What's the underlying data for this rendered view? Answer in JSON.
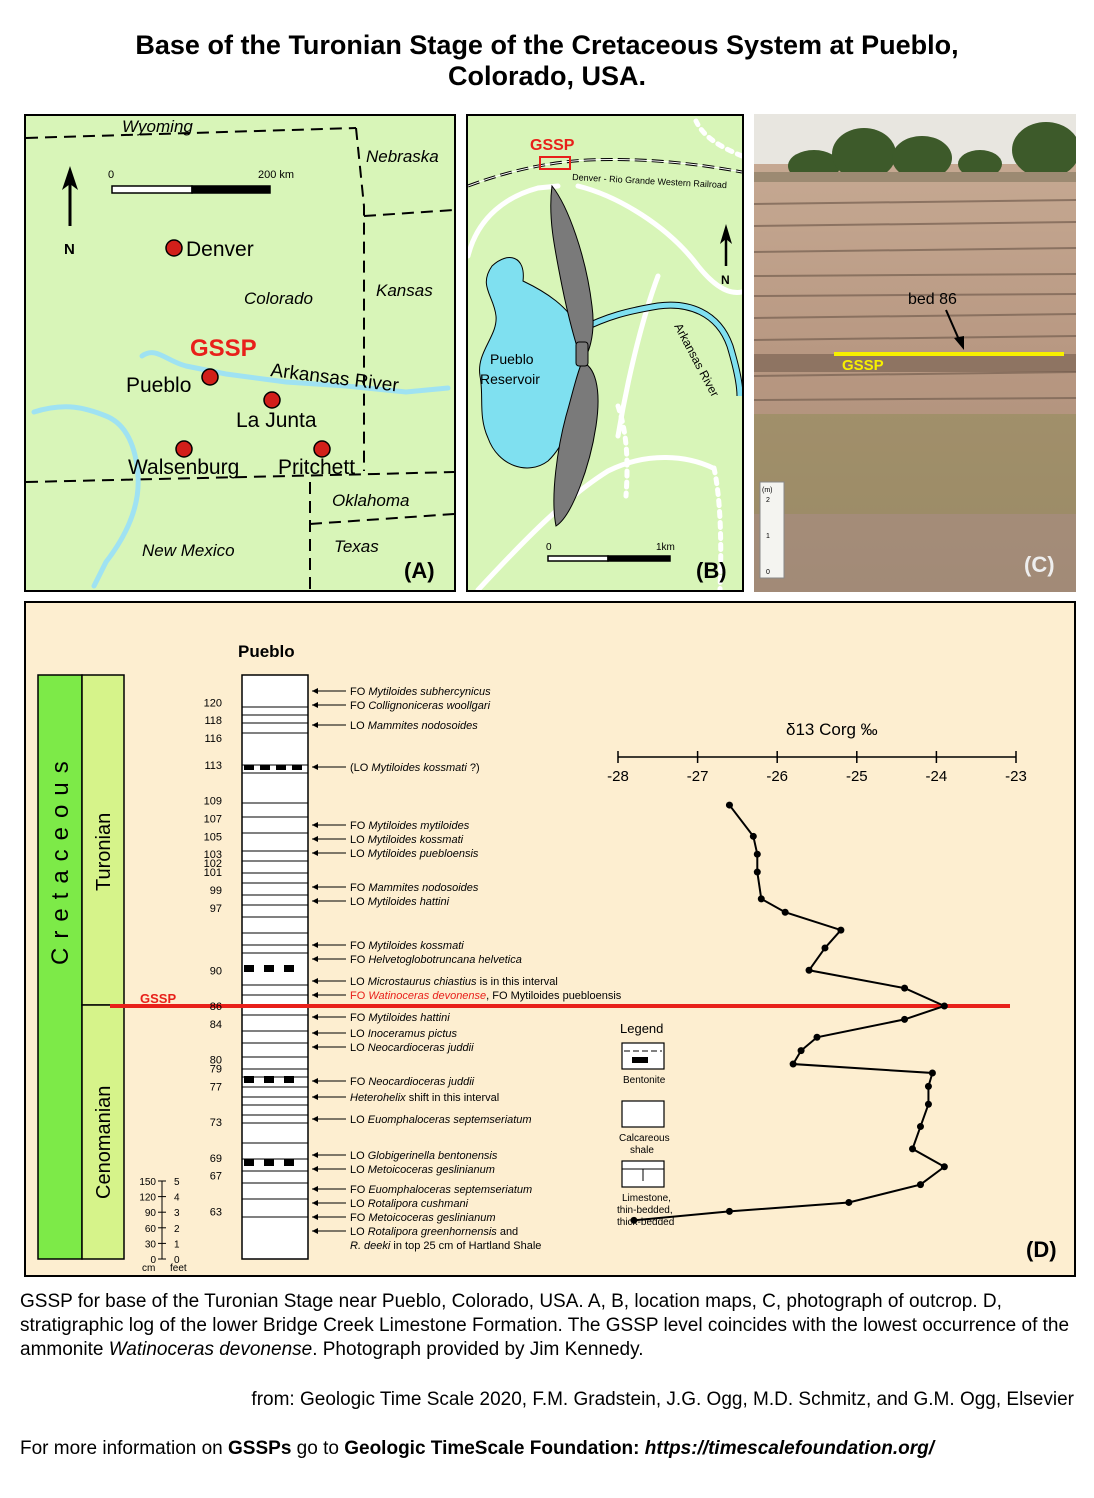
{
  "title_line1": "Base of the Turonian Stage of the Cretaceous System at Pueblo,",
  "title_line2": "Colorado, USA.",
  "panel_a": {
    "label": "(A)",
    "states": [
      "Wyoming",
      "Nebraska",
      "Kansas",
      "Colorado",
      "Oklahoma",
      "Texas",
      "New Mexico"
    ],
    "cities": [
      "Denver",
      "Pueblo",
      "La Junta",
      "Walsenburg",
      "Pritchett"
    ],
    "gssp_label": "GSSP",
    "river_label": "Arkansas River",
    "scale_zero": "0",
    "scale_end": "200 km",
    "north": "N"
  },
  "panel_b": {
    "label": "(B)",
    "gssp_label": "GSSP",
    "railroad_label": "Denver - Rio Grande Western Railroad",
    "reservoir_line1": "Pueblo",
    "reservoir_line2": "Reservoir",
    "river_label": "Arkansas River",
    "scale_zero": "0",
    "scale_end": "1km",
    "north": "N"
  },
  "panel_c": {
    "label": "(C)",
    "bed_label": "bed 86",
    "gssp_label": "GSSP",
    "scale_unit": "(m)",
    "scale_ticks": [
      "2",
      "1",
      "0"
    ]
  },
  "panel_d": {
    "label": "(D)",
    "section_title": "Pueblo",
    "system": "Cretaceous",
    "upper_stage": "Turonian",
    "lower_stage": "Cenomanian",
    "gssp_label": "GSSP",
    "bed_numbers": [
      {
        "bed": "120",
        "level": 120
      },
      {
        "bed": "118",
        "level": 118
      },
      {
        "bed": "116",
        "level": 116
      },
      {
        "bed": "113",
        "level": 113
      },
      {
        "bed": "109",
        "level": 109
      },
      {
        "bed": "107",
        "level": 107
      },
      {
        "bed": "105",
        "level": 105
      },
      {
        "bed": "103",
        "level": 103
      },
      {
        "bed": "102",
        "level": 102
      },
      {
        "bed": "101",
        "level": 101
      },
      {
        "bed": "99",
        "level": 99
      },
      {
        "bed": "97",
        "level": 97
      },
      {
        "bed": "90",
        "level": 90
      },
      {
        "bed": "86",
        "level": 86
      },
      {
        "bed": "84",
        "level": 84
      },
      {
        "bed": "80",
        "level": 80
      },
      {
        "bed": "79",
        "level": 79
      },
      {
        "bed": "77",
        "level": 77
      },
      {
        "bed": "73",
        "level": 73
      },
      {
        "bed": "69",
        "level": 69
      },
      {
        "bed": "67",
        "level": 67
      },
      {
        "bed": "63",
        "level": 63
      }
    ],
    "events": [
      {
        "prefix": "FO ",
        "taxon": "Mytiloides subhercynicus",
        "suffix": ""
      },
      {
        "prefix": "FO ",
        "taxon": "Collignoniceras woollgari",
        "suffix": ""
      },
      {
        "prefix": "LO ",
        "taxon": "Mammites nodosoides",
        "suffix": ""
      },
      {
        "prefix": "(LO ",
        "taxon": "Mytiloides kossmati",
        "suffix": " ?)"
      },
      {
        "prefix": "FO ",
        "taxon": "Mytiloides mytiloides",
        "suffix": ""
      },
      {
        "prefix": "LO ",
        "taxon": "Mytiloides kossmati",
        "suffix": ""
      },
      {
        "prefix": "LO ",
        "taxon": "Mytiloides puebloensis",
        "suffix": ""
      },
      {
        "prefix": "FO ",
        "taxon": "Mammites nodosoides",
        "suffix": ""
      },
      {
        "prefix": "LO ",
        "taxon": "Mytiloides hattini",
        "suffix": ""
      },
      {
        "prefix": "FO ",
        "taxon": "Mytiloides kossmati",
        "suffix": ""
      },
      {
        "prefix": "FO ",
        "taxon": "Helvetoglobotruncana helvetica",
        "suffix": ""
      },
      {
        "prefix": "LO ",
        "taxon": "Microstaurus chiastius",
        "suffix": " is in this interval"
      },
      {
        "prefix": "FO ",
        "taxon": "Watinoceras devonense",
        "suffix": ", FO Mytiloides puebloensis"
      },
      {
        "prefix": "FO ",
        "taxon": "Mytiloides hattini",
        "suffix": ""
      },
      {
        "prefix": "LO ",
        "taxon": "Inoceramus pictus",
        "suffix": ""
      },
      {
        "prefix": "LO ",
        "taxon": "Neocardioceras juddii",
        "suffix": ""
      },
      {
        "prefix": "FO ",
        "taxon": "Neocardioceras juddii",
        "suffix": ""
      },
      {
        "prefix": "",
        "taxon": "Heterohelix",
        "suffix": " shift in this interval"
      },
      {
        "prefix": "LO ",
        "taxon": "Euomphaloceras septemseriatum",
        "suffix": ""
      },
      {
        "prefix": "LO ",
        "taxon": "Globigerinella bentonensis",
        "suffix": ""
      },
      {
        "prefix": "LO ",
        "taxon": "Metoicoceras geslinianum",
        "suffix": ""
      },
      {
        "prefix": "FO ",
        "taxon": "Euomphaloceras septemseriatum",
        "suffix": ""
      },
      {
        "prefix": "LO ",
        "taxon": "Rotalipora cushmani",
        "suffix": ""
      },
      {
        "prefix": "FO ",
        "taxon": "Metoicoceras geslinianum",
        "suffix": ""
      },
      {
        "prefix": "LO ",
        "taxon": "Rotalipora greenhornensis",
        "suffix": " and"
      },
      {
        "prefix": "",
        "taxon": "R. deeki",
        "suffix": " in top 25 cm of Hartland Shale"
      }
    ],
    "legend": {
      "title": "Legend",
      "items": [
        "Bentonite",
        "Calcareous shale",
        "Limestone, thin-bedded, thick-bedded"
      ]
    },
    "scale": {
      "cm_ticks": [
        "150",
        "120",
        "90",
        "60",
        "30",
        "0"
      ],
      "feet_ticks": [
        "5",
        "4",
        "3",
        "2",
        "1",
        "0"
      ],
      "cm_label": "cm",
      "feet_label": "feet"
    }
  },
  "chart_data": {
    "type": "line",
    "title": "δ13 Corg ‰",
    "xlabel": "δ13 Corg ‰",
    "x_ticks": [
      "-28",
      "-27",
      "-26",
      "-25",
      "-24",
      "-23"
    ],
    "xlim": [
      -28,
      -23
    ],
    "series": [
      {
        "x": [
          -27.8,
          -26.6,
          -25.1,
          -24.2,
          -23.9,
          -24.3,
          -24.2,
          -24.1,
          -24.1,
          -24.05,
          -25.8,
          -25.7,
          -25.5,
          -24.4,
          -23.9,
          -24.4,
          -25.6,
          -25.4,
          -25.2,
          -25.9,
          -26.2,
          -26.25,
          -26.25,
          -26.3,
          -26.6
        ],
        "y": [
          62.0,
          63.0,
          64.0,
          66.0,
          68.0,
          70.0,
          72.5,
          75.0,
          77.0,
          78.5,
          79.5,
          81.0,
          82.5,
          84.5,
          86.0,
          88.0,
          90.0,
          92.5,
          94.5,
          96.5,
          98.0,
          101.0,
          103.0,
          105.0,
          108.5
        ]
      }
    ]
  },
  "caption": {
    "text_before": "GSSP for base of the Turonian Stage near Pueblo, Colorado, USA. A, B, location maps, C, photograph of outcrop. D, stratigraphic log of the lower Bridge Creek Limestone Formation. The GSSP level coincides with the lowest occurrence of the ammonite ",
    "italic": "Watinoceras devonense",
    "text_after": ". Photograph provided by Jim Kennedy."
  },
  "source": "from: Geologic Time Scale 2020, F.M. Gradstein, J.G. Ogg, M.D. Schmitz, and G.M. Ogg, Elsevier",
  "footer": {
    "part1": "For more information on ",
    "bold1": "GSSPs",
    "part2": " go to ",
    "bold2": "Geologic TimeScale Foundation:",
    "link": "https://timescalefoundation.org/"
  },
  "colors": {
    "map_green": "#d8f5b8",
    "water": "#aee8f0",
    "reservoir": "#7fe0f0",
    "dam": "#7a7a7a",
    "gssp_red": "#e8201a",
    "panel_d_bg": "#fdeed0",
    "cretaceous_green": "#7dea48",
    "stage_green": "#d6f38a",
    "gssp_yellow": "#f7f000"
  }
}
